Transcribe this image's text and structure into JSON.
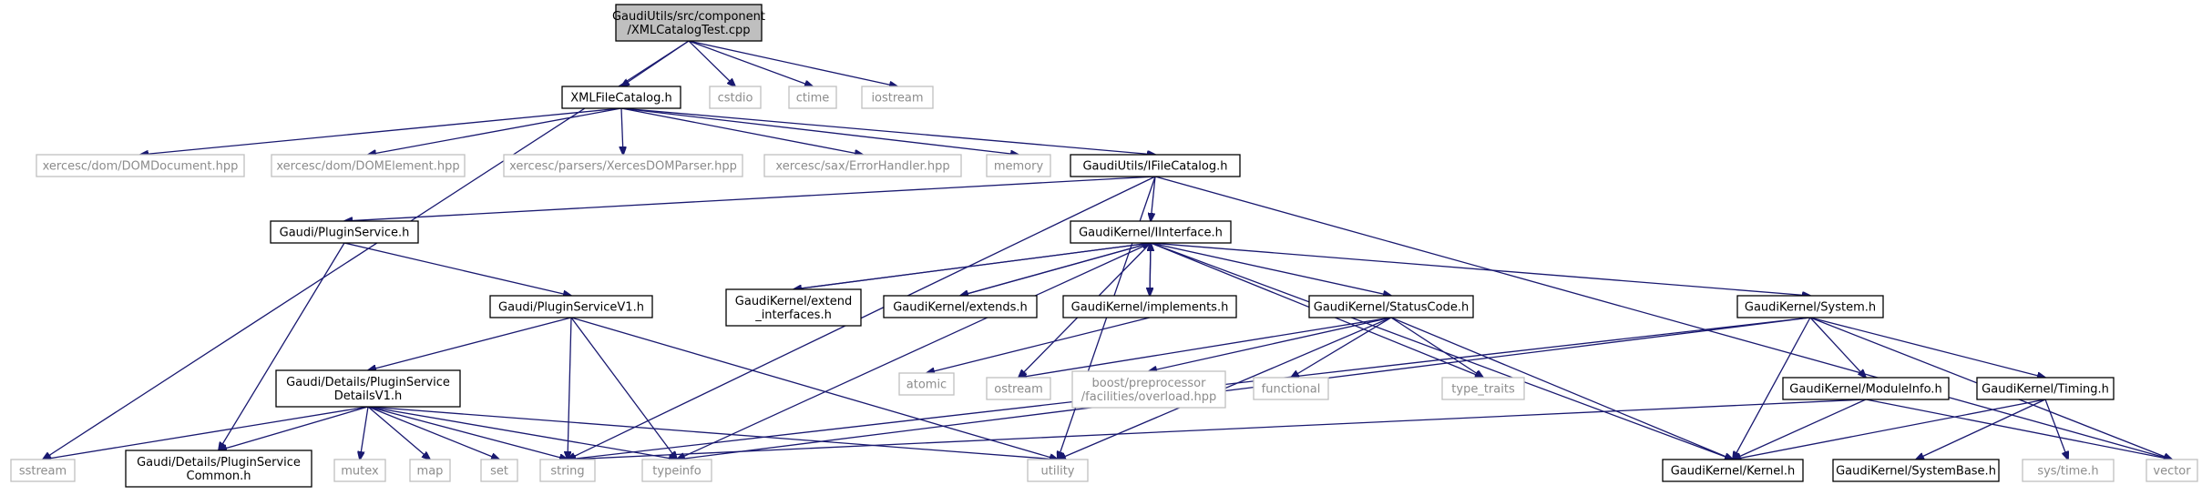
{
  "graph": {
    "edge_color": "#191970",
    "nodes": [
      {
        "id": "root",
        "lines": [
          "GaudiUtils/src/component",
          "/XMLCatalogTest.cpp"
        ],
        "style": "root"
      },
      {
        "id": "xmlfc",
        "lines": [
          "XMLFileCatalog.h"
        ],
        "style": "normal"
      },
      {
        "id": "cstdio",
        "lines": [
          "cstdio"
        ],
        "style": "gray"
      },
      {
        "id": "ctime",
        "lines": [
          "ctime"
        ],
        "style": "gray"
      },
      {
        "id": "iostream",
        "lines": [
          "iostream"
        ],
        "style": "gray"
      },
      {
        "id": "sstream",
        "lines": [
          "sstream"
        ],
        "style": "gray"
      },
      {
        "id": "domdoc",
        "lines": [
          "xercesc/dom/DOMDocument.hpp"
        ],
        "style": "gray"
      },
      {
        "id": "domel",
        "lines": [
          "xercesc/dom/DOMElement.hpp"
        ],
        "style": "gray"
      },
      {
        "id": "xdp",
        "lines": [
          "xercesc/parsers/XercesDOMParser.hpp"
        ],
        "style": "gray"
      },
      {
        "id": "errh",
        "lines": [
          "xercesc/sax/ErrorHandler.hpp"
        ],
        "style": "gray"
      },
      {
        "id": "memory",
        "lines": [
          "memory"
        ],
        "style": "gray"
      },
      {
        "id": "ifc",
        "lines": [
          "GaudiUtils/IFileCatalog.h"
        ],
        "style": "normal"
      },
      {
        "id": "plugsvc",
        "lines": [
          "Gaudi/PluginService.h"
        ],
        "style": "normal"
      },
      {
        "id": "iiface",
        "lines": [
          "GaudiKernel/IInterface.h"
        ],
        "style": "normal"
      },
      {
        "id": "plugv1",
        "lines": [
          "Gaudi/PluginServiceV1.h"
        ],
        "style": "normal"
      },
      {
        "id": "extif",
        "lines": [
          "GaudiKernel/extend",
          "_interfaces.h"
        ],
        "style": "normal"
      },
      {
        "id": "extends",
        "lines": [
          "GaudiKernel/extends.h"
        ],
        "style": "normal"
      },
      {
        "id": "impl",
        "lines": [
          "GaudiKernel/implements.h"
        ],
        "style": "normal"
      },
      {
        "id": "status",
        "lines": [
          "GaudiKernel/StatusCode.h"
        ],
        "style": "normal"
      },
      {
        "id": "system",
        "lines": [
          "GaudiKernel/System.h"
        ],
        "style": "normal"
      },
      {
        "id": "details",
        "lines": [
          "Gaudi/Details/PluginService",
          "DetailsV1.h"
        ],
        "style": "normal"
      },
      {
        "id": "atomic",
        "lines": [
          "atomic"
        ],
        "style": "gray"
      },
      {
        "id": "ostream",
        "lines": [
          "ostream"
        ],
        "style": "gray"
      },
      {
        "id": "overload",
        "lines": [
          "boost/preprocessor",
          "/facilities/overload.hpp"
        ],
        "style": "gray"
      },
      {
        "id": "functional",
        "lines": [
          "functional"
        ],
        "style": "gray"
      },
      {
        "id": "typetraits",
        "lines": [
          "type_traits"
        ],
        "style": "gray"
      },
      {
        "id": "modinfo",
        "lines": [
          "GaudiKernel/ModuleInfo.h"
        ],
        "style": "normal"
      },
      {
        "id": "timing",
        "lines": [
          "GaudiKernel/Timing.h"
        ],
        "style": "normal"
      },
      {
        "id": "common",
        "lines": [
          "Gaudi/Details/PluginService",
          "Common.h"
        ],
        "style": "normal"
      },
      {
        "id": "mutex",
        "lines": [
          "mutex"
        ],
        "style": "gray"
      },
      {
        "id": "map",
        "lines": [
          "map"
        ],
        "style": "gray"
      },
      {
        "id": "set",
        "lines": [
          "set"
        ],
        "style": "gray"
      },
      {
        "id": "string",
        "lines": [
          "string"
        ],
        "style": "gray"
      },
      {
        "id": "typeinfo",
        "lines": [
          "typeinfo"
        ],
        "style": "gray"
      },
      {
        "id": "utility",
        "lines": [
          "utility"
        ],
        "style": "gray"
      },
      {
        "id": "kernel",
        "lines": [
          "GaudiKernel/Kernel.h"
        ],
        "style": "normal"
      },
      {
        "id": "sysbase",
        "lines": [
          "GaudiKernel/SystemBase.h"
        ],
        "style": "normal"
      },
      {
        "id": "systime",
        "lines": [
          "sys/time.h"
        ],
        "style": "gray"
      },
      {
        "id": "vector",
        "lines": [
          "vector"
        ],
        "style": "gray"
      }
    ],
    "edges": [
      [
        "root",
        "xmlfc"
      ],
      [
        "root",
        "cstdio"
      ],
      [
        "root",
        "ctime"
      ],
      [
        "root",
        "iostream"
      ],
      [
        "root",
        "sstream"
      ],
      [
        "xmlfc",
        "domdoc"
      ],
      [
        "xmlfc",
        "domel"
      ],
      [
        "xmlfc",
        "xdp"
      ],
      [
        "xmlfc",
        "errh"
      ],
      [
        "xmlfc",
        "memory"
      ],
      [
        "xmlfc",
        "ifc"
      ],
      [
        "ifc",
        "plugsvc"
      ],
      [
        "ifc",
        "iiface"
      ],
      [
        "ifc",
        "string"
      ],
      [
        "ifc",
        "utility"
      ],
      [
        "ifc",
        "vector"
      ],
      [
        "plugsvc",
        "plugv1"
      ],
      [
        "plugsvc",
        "common"
      ],
      [
        "plugv1",
        "details"
      ],
      [
        "plugv1",
        "string"
      ],
      [
        "plugv1",
        "typeinfo"
      ],
      [
        "plugv1",
        "utility"
      ],
      [
        "details",
        "sstream"
      ],
      [
        "details",
        "common"
      ],
      [
        "details",
        "mutex"
      ],
      [
        "details",
        "map"
      ],
      [
        "details",
        "set"
      ],
      [
        "details",
        "string"
      ],
      [
        "details",
        "typeinfo"
      ],
      [
        "details",
        "utility"
      ],
      [
        "iiface",
        "extif"
      ],
      [
        "iiface",
        "extends"
      ],
      [
        "iiface",
        "impl"
      ],
      [
        "iiface",
        "status"
      ],
      [
        "iiface",
        "system"
      ],
      [
        "iiface",
        "ostream"
      ],
      [
        "iiface",
        "typetraits"
      ],
      [
        "iiface",
        "typeinfo"
      ],
      [
        "iiface",
        "kernel"
      ],
      [
        "extif",
        "iiface"
      ],
      [
        "extends",
        "iiface"
      ],
      [
        "impl",
        "iiface"
      ],
      [
        "impl",
        "atomic"
      ],
      [
        "status",
        "ostream"
      ],
      [
        "status",
        "overload"
      ],
      [
        "status",
        "functional"
      ],
      [
        "status",
        "typetraits"
      ],
      [
        "status",
        "utility"
      ],
      [
        "status",
        "kernel"
      ],
      [
        "system",
        "modinfo"
      ],
      [
        "system",
        "timing"
      ],
      [
        "system",
        "kernel"
      ],
      [
        "system",
        "string"
      ],
      [
        "system",
        "typeinfo"
      ],
      [
        "system",
        "vector"
      ],
      [
        "modinfo",
        "kernel"
      ],
      [
        "modinfo",
        "string"
      ],
      [
        "modinfo",
        "vector"
      ],
      [
        "timing",
        "kernel"
      ],
      [
        "timing",
        "sysbase"
      ],
      [
        "timing",
        "systime"
      ]
    ]
  }
}
